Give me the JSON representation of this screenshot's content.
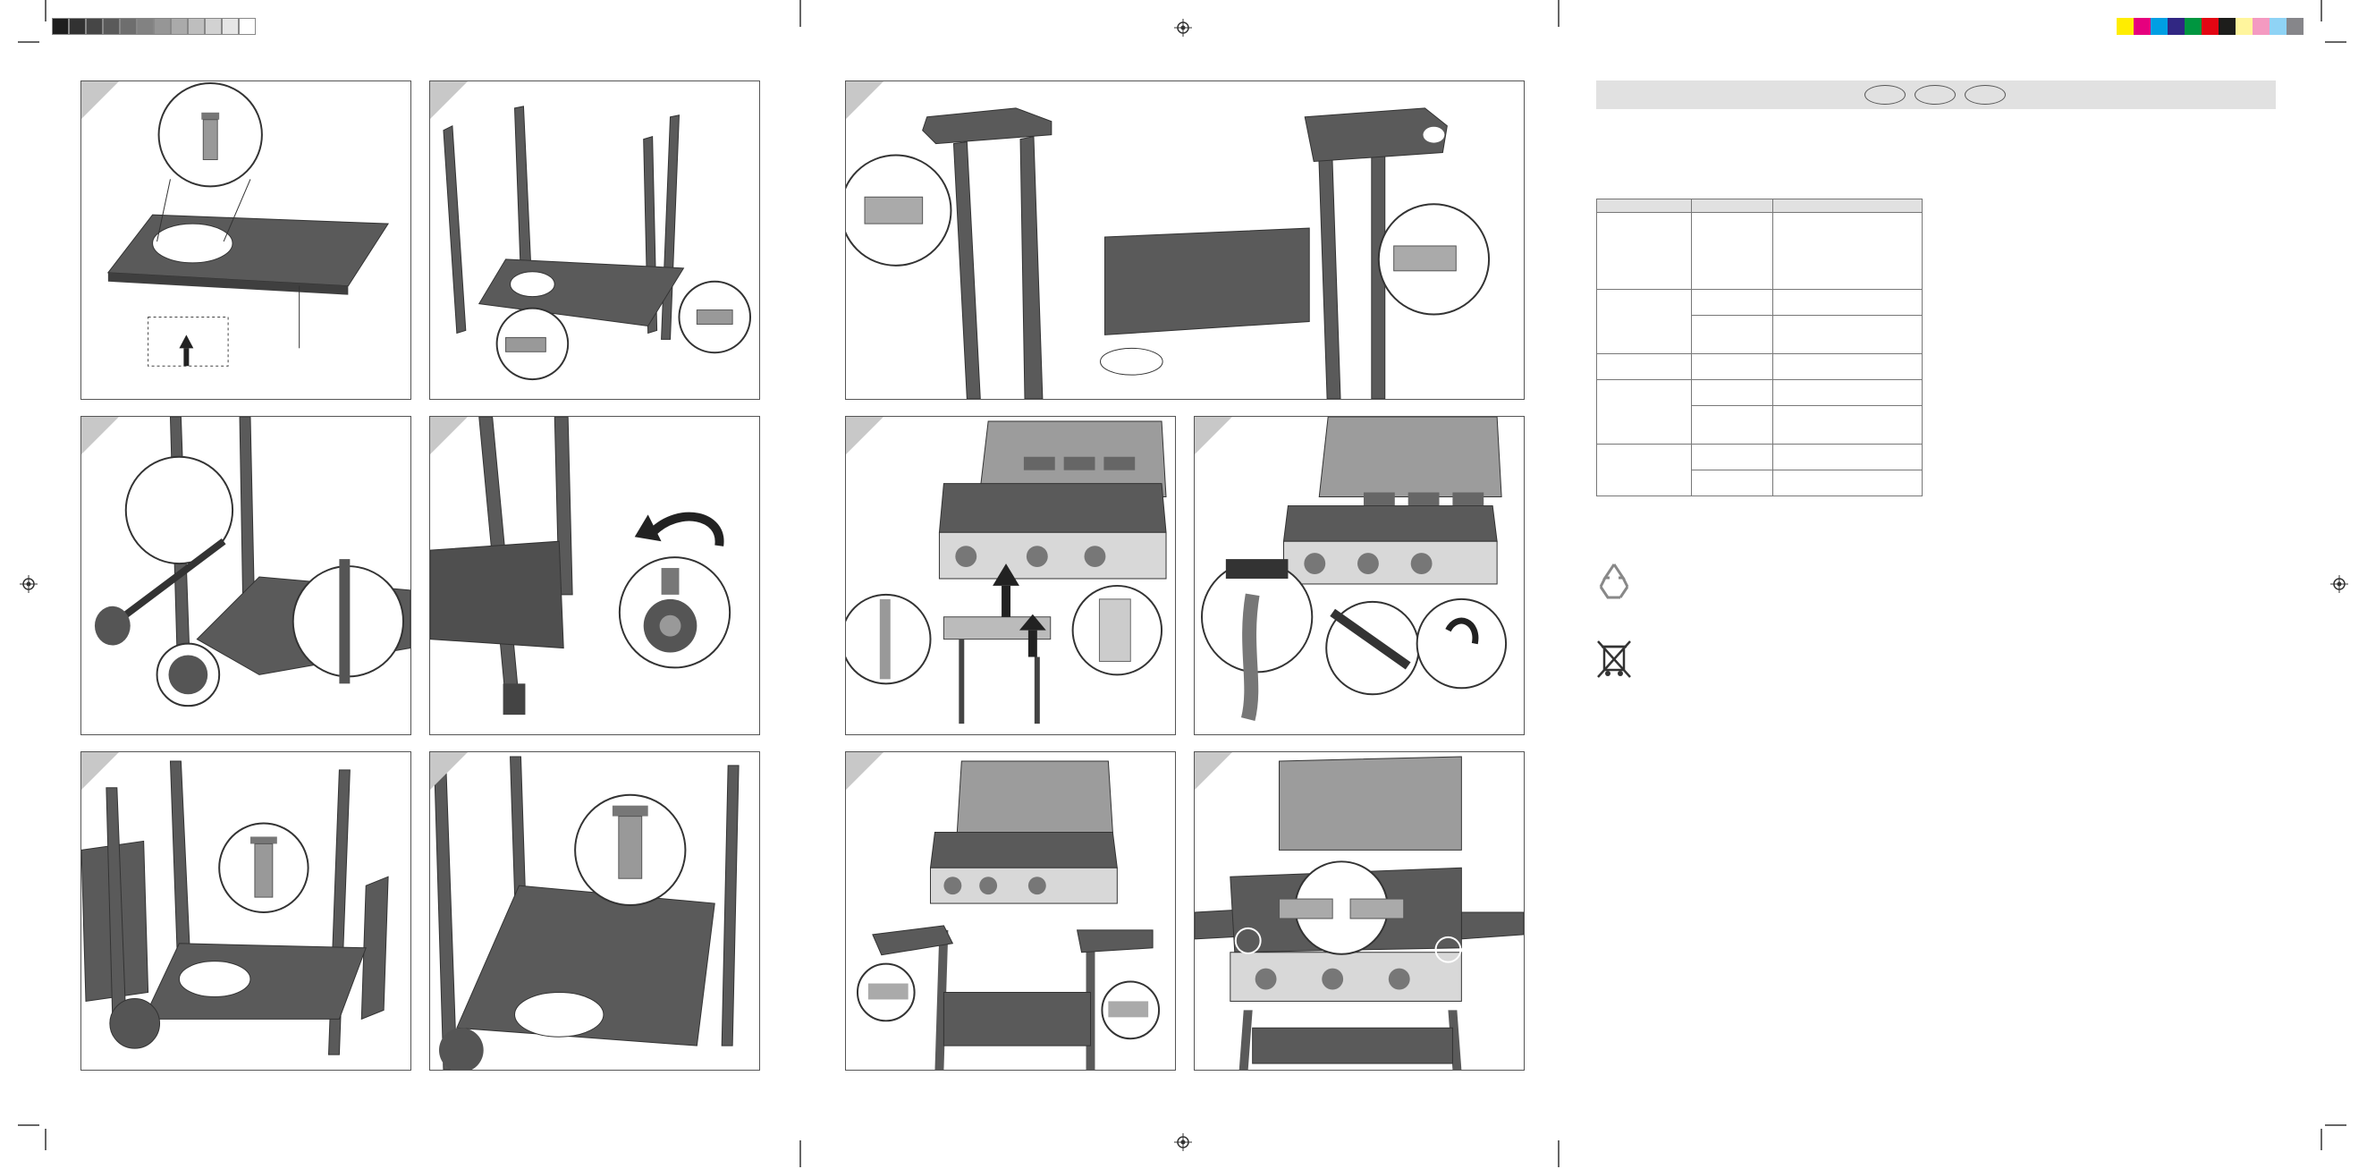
{
  "page": {
    "title": ""
  },
  "print_marks": {
    "gray_steps": [
      "#1e1e1e",
      "#323232",
      "#464646",
      "#5a5a5a",
      "#6e6e6e",
      "#828282",
      "#969696",
      "#aaaaaa",
      "#bebebe",
      "#d2d2d2",
      "#e6e6e6",
      "#ffffff"
    ],
    "color_swatches": [
      "#ffed00",
      "#e6007e",
      "#009fe3",
      "#312783",
      "#009640",
      "#e30613",
      "#1d1d1b",
      "#fff59d",
      "#f49ac1",
      "#8fd3f5",
      "#86868a"
    ]
  },
  "panels": [
    {
      "id": 1,
      "illustration": "tray-screw-closeup"
    },
    {
      "id": 2,
      "illustration": "legs-on-base"
    },
    {
      "id": 3,
      "illustration": "side-shelves-frame"
    },
    {
      "id": 4,
      "illustration": "wheel-axle-pin"
    },
    {
      "id": 5,
      "illustration": "caster-lock"
    },
    {
      "id": 6,
      "illustration": "grill-head-bolts"
    },
    {
      "id": 7,
      "illustration": "gas-hose-connection"
    },
    {
      "id": 8,
      "illustration": "side-panels"
    },
    {
      "id": 9,
      "illustration": "base-screw"
    },
    {
      "id": 10,
      "illustration": "shelves-attach"
    },
    {
      "id": 11,
      "illustration": "final-assembly"
    }
  ],
  "spec_table": {
    "rows": 9,
    "cols": 3
  },
  "symbols": [
    "recycle-icon",
    "weee-bin-icon"
  ]
}
